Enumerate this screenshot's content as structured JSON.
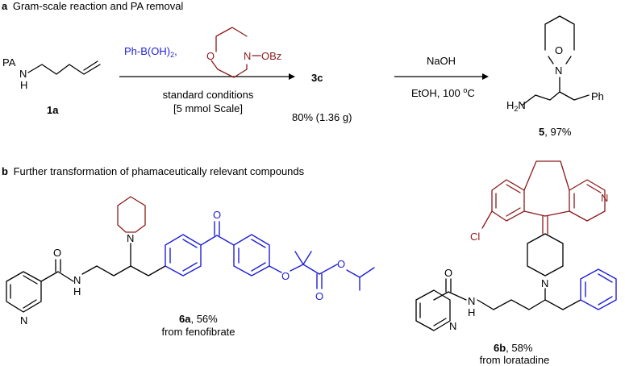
{
  "colors": {
    "text": "#000000",
    "red": "#8b1a1a",
    "blue": "#1f1fd6"
  },
  "section_a": {
    "letter": "a",
    "title": "Gram-scale reaction and PA removal",
    "sm_pa": "PA",
    "sm_n": "N",
    "sm_h": "H",
    "sm_label": "1a",
    "reagent_1": "Ph-B(OH)",
    "reagent_1_sub": "2",
    "reagent_comma": ",",
    "reagent_2_o": "O",
    "reagent_2_n": "N",
    "reagent_2_obz": "OBz",
    "cond_line1": "standard conditions",
    "cond_line2": "[5 mmol Scale]",
    "int_label": "3c",
    "int_yield": "80% (1.36 g)",
    "cond2_top": "NaOH",
    "cond2_bottom_a": "EtOH, 100 ",
    "cond2_bottom_sup": "o",
    "cond2_bottom_c": "C",
    "prod_o": "O",
    "prod_n": "N",
    "prod_h2n_a": "H",
    "prod_h2n_sub": "2",
    "prod_h2n_b": "N",
    "prod_ph": "Ph",
    "prod_label": "5",
    "prod_yield": ", 97%"
  },
  "section_b": {
    "letter": "b",
    "title": "Further transformation of phamaceutically relevant compounds",
    "c6a_o_amide": "O",
    "c6a_n_pyr": "N",
    "c6a_nh_n": "N",
    "c6a_nh_h": "H",
    "c6a_n_pip": "N",
    "c6a_o_ketone": "O",
    "c6a_o_ether": "O",
    "c6a_o_ester1": "O",
    "c6a_o_ester2": "O",
    "c6a_label": "6a",
    "c6a_yield": ", 56%",
    "c6a_from": "from fenofibrate",
    "c6b_cl": "Cl",
    "c6b_n_pyr_top": "N",
    "c6b_n_pip": "N",
    "c6b_o_amide": "O",
    "c6b_n_pyr": "N",
    "c6b_nh_n": "N",
    "c6b_nh_h": "H",
    "c6b_label": "6b",
    "c6b_yield": ", 58%",
    "c6b_from": "from loratadine"
  }
}
